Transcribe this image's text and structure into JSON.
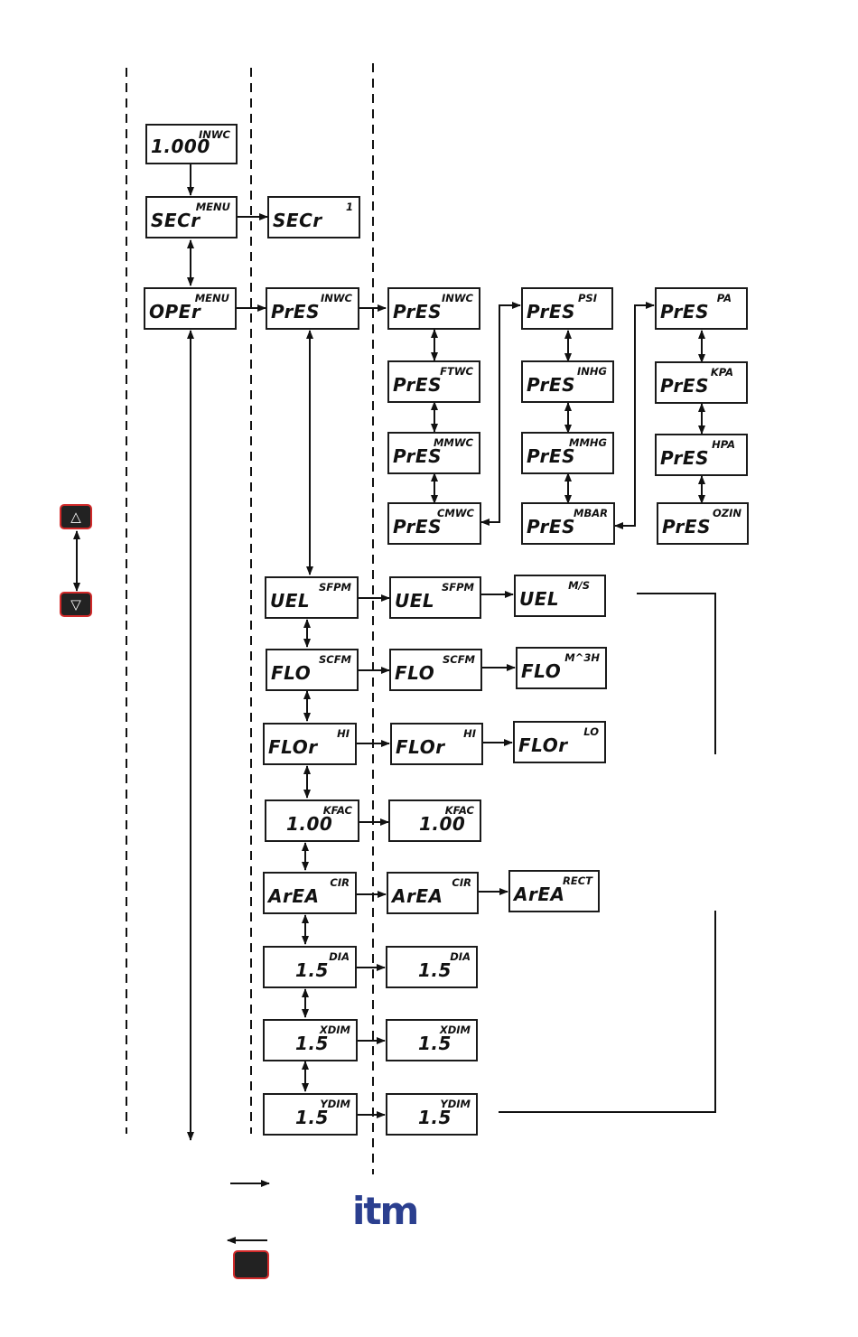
{
  "brand": {
    "logo_text": "itm",
    "logo_color": "#2b3f8f"
  },
  "keys": {
    "up_glyph": "△",
    "down_glyph": "▽",
    "key_border_color": "#d12a2a",
    "key_fill_color": "#222222"
  },
  "displays": {
    "home": {
      "main": "1.000",
      "unit": "INWC"
    },
    "secr_menu": {
      "main": "SECr",
      "unit": "MENU"
    },
    "secr_val": {
      "main": "SECr",
      "unit": "1"
    },
    "oper_menu": {
      "main": "OPEr",
      "unit": "MENU"
    },
    "pres_sel": {
      "main": "PrES",
      "unit": "INWC"
    },
    "pres_inwc": {
      "main": "PrES",
      "unit": "INWC"
    },
    "pres_ftwc": {
      "main": "PrES",
      "unit": "FTWC"
    },
    "pres_mmwc": {
      "main": "PrES",
      "unit": "MMWC"
    },
    "pres_cmwc": {
      "main": "PrES",
      "unit": "CMWC"
    },
    "pres_psi": {
      "main": "PrES",
      "unit": "PSI"
    },
    "pres_inhg": {
      "main": "PrES",
      "unit": "INHG"
    },
    "pres_mmhg": {
      "main": "PrES",
      "unit": "MMHG"
    },
    "pres_mbar": {
      "main": "PrES",
      "unit": "MBAR"
    },
    "pres_pa": {
      "main": "PrES",
      "unit": "PA"
    },
    "pres_kpa": {
      "main": "PrES",
      "unit": "KPA"
    },
    "pres_hpa": {
      "main": "PrES",
      "unit": "HPA"
    },
    "pres_ozin": {
      "main": "PrES",
      "unit": "OZIN"
    },
    "vel_sel": {
      "main": "UEL",
      "unit": "SFPM"
    },
    "vel_sfpm": {
      "main": "UEL",
      "unit": "SFPM"
    },
    "vel_ms": {
      "main": "UEL",
      "unit": "M/S"
    },
    "flo_sel": {
      "main": "FLO",
      "unit": "SCFM"
    },
    "flo_scfm": {
      "main": "FLO",
      "unit": "SCFM"
    },
    "flo_m3h": {
      "main": "FLO",
      "unit": "M^3H"
    },
    "flor_sel": {
      "main": "FLOr",
      "unit": "HI"
    },
    "flor_hi": {
      "main": "FLOr",
      "unit": "HI"
    },
    "flor_lo": {
      "main": "FLOr",
      "unit": "LO"
    },
    "kfac_sel": {
      "main": "1.00",
      "unit": "KFAC"
    },
    "kfac_val": {
      "main": "1.00",
      "unit": "KFAC"
    },
    "area_sel": {
      "main": "ArEA",
      "unit": "CIR"
    },
    "area_cir": {
      "main": "ArEA",
      "unit": "CIR"
    },
    "area_rect": {
      "main": "ArEA",
      "unit": "RECT"
    },
    "dia_sel": {
      "main": "1.5",
      "unit": "DIA"
    },
    "dia_val": {
      "main": "1.5",
      "unit": "DIA"
    },
    "xdim_sel": {
      "main": "1.5",
      "unit": "XDIM"
    },
    "xdim_val": {
      "main": "1.5",
      "unit": "XDIM"
    },
    "ydim_sel": {
      "main": "1.5",
      "unit": "YDIM"
    },
    "ydim_val": {
      "main": "1.5",
      "unit": "YDIM"
    }
  }
}
